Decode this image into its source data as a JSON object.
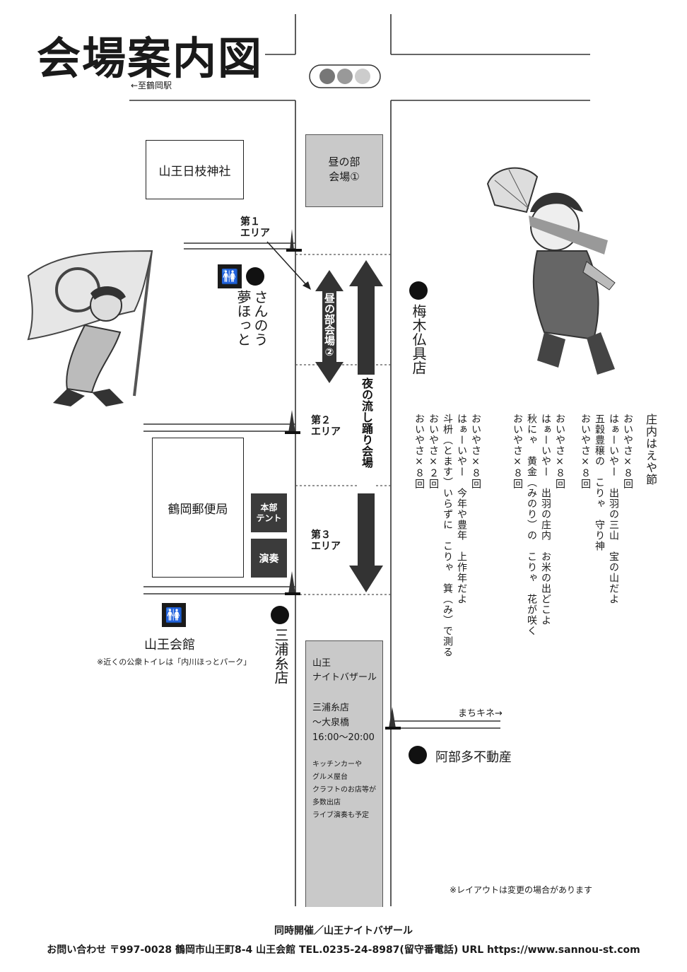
{
  "title": "会場案内図",
  "direction_station": "←至鶴岡駅",
  "direction_machikine": "まちキネ→",
  "buildings": {
    "shrine": "山王日枝神社",
    "post_office": "鶴岡郵便局",
    "hq_tent": "本部\nテント",
    "performance": "演奏",
    "kaikan": "山王会館"
  },
  "venues": {
    "day1": "昼の部\n会場①",
    "day2": "昼の部会場②",
    "night": "夜の流し踊り会場"
  },
  "areas": {
    "area1": "第１\nエリア",
    "area2": "第２\nエリア",
    "area3": "第３\nエリア"
  },
  "shops": {
    "yumehotto": "さんのう\n夢ほっと",
    "umeki": "梅木仏具店",
    "miura": "三浦糸店",
    "abe": "阿部多不動産"
  },
  "toilet_note": "※近くの公衆トイレは「内川ほっとパーク」",
  "bazaar": {
    "name": "山王\nナイトバザール",
    "range": "三浦糸店\n～大泉橋\n16:00～20:00",
    "details": "キッチンカーや\nグルメ屋台\nクラフトのお店等が\n多数出店\nライブ演奏も予定"
  },
  "song": {
    "title": "庄内はえや節",
    "verse1": "おいやさ×８回\nはぁーいやー　出羽の三山　宝の山だよ\n五穀豊穣の　こりゃ　守り神\nおいやさ×８回",
    "verse2": "おいやさ×８回\nはぁーいやー　出羽の庄内　お米の出どこよ\n秋にゃ　黄金（みのり）の　こりゃ　花が咲く\nおいやさ×８回",
    "verse3": "おいやさ×８回\nはぁーいやー　今年や豊年　上作年だよ\n斗枡（とます）いらずに　こりゃ　箕（み）で測る\nおいやさ×２回\nおいやさ×８回"
  },
  "layout_note": "※レイアウトは変更の場合があります",
  "footer": {
    "line1": "同時開催／山王ナイトバザール",
    "line2": "お問い合わせ 〒997-0028 鶴岡市山王町8-4 山王会館 TEL.0235-24-8987(留守番電話) URL https://www.sannou-st.com"
  },
  "icons": [
    "traffic-light-icon",
    "traffic-cone-icon",
    "toilet-icon",
    "shop-marker-icon",
    "dancer-illustration",
    "flag-bearer-illustration"
  ]
}
